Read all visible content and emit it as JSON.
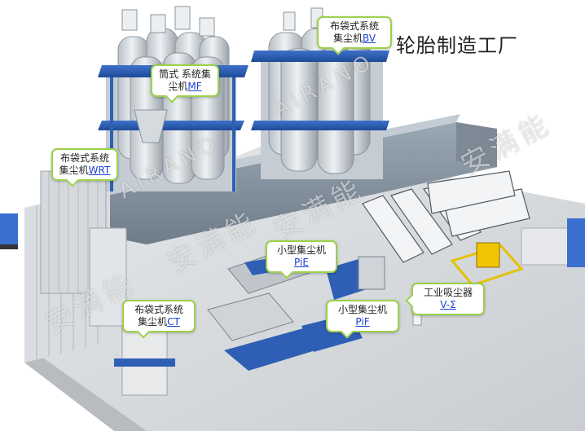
{
  "title": "轮胎制造工厂",
  "watermark": {
    "cn": "安满能",
    "en": "AIRANO"
  },
  "callouts": [
    {
      "id": "bv",
      "line1": "布袋式系统",
      "line2": "集尘机",
      "link": "BV"
    },
    {
      "id": "mf",
      "line1": "筒式 系统集",
      "line2": "尘机",
      "link": "MF"
    },
    {
      "id": "wrt",
      "line1": "布袋式系统",
      "line2": "集尘机",
      "link": "WRT"
    },
    {
      "id": "pie",
      "line1": "小型集尘机",
      "line2": "",
      "link": "PiE"
    },
    {
      "id": "ct",
      "line1": "布袋式系统",
      "line2": "集尘机",
      "link": "CT"
    },
    {
      "id": "pif",
      "line1": "小型集尘机",
      "line2": "",
      "link": "PiF"
    },
    {
      "id": "v",
      "line1": "工业吸尘器",
      "line2": "",
      "link": "V-Σ"
    }
  ],
  "colors": {
    "steel_blue": "#2f5fb4",
    "callout_border": "#9bd14a",
    "link": "#1a3fd6"
  }
}
